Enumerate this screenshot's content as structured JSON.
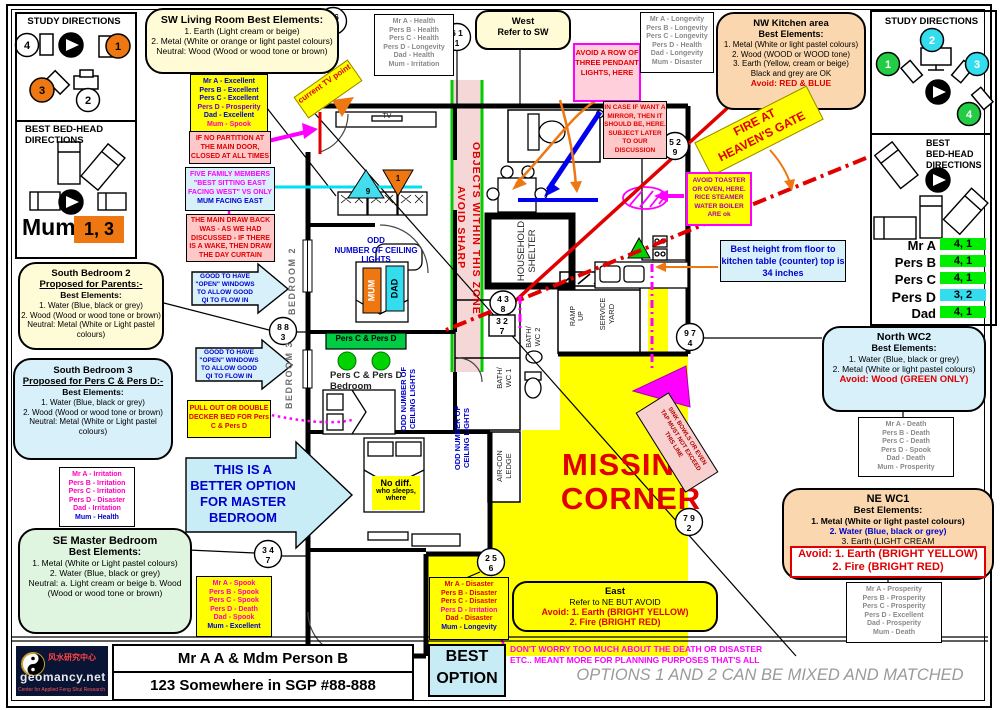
{
  "colors": {
    "yellow": "#FFFF00",
    "peach": "#FAD7AE",
    "cream": "#FFFBD6",
    "lightcyan": "#D7F0FA",
    "lightgreen": "#DFF5DF",
    "pink": "#FFC8C8",
    "magenta": "#FF00FF",
    "red": "#E00000",
    "blue": "#0000CC",
    "green": "#00D400",
    "cyan": "#33DDEE",
    "orange": "#EE7711",
    "grey": "#8A8A8A"
  },
  "left_panel": {
    "study_title": "STUDY DIRECTIONS",
    "n1": "4",
    "n2": "1",
    "n3": "3",
    "n4": "2",
    "bedhead_1": "BEST BED-HEAD",
    "bedhead_2": "DIRECTIONS",
    "mum_name": "Mum",
    "mum_vals": "1, 3"
  },
  "right_panel": {
    "study_title": "STUDY DIRECTIONS",
    "n1": "1",
    "n2": "2",
    "n3": "3",
    "n4": "4",
    "bedhead_1": "BEST",
    "bedhead_2": "BED-HEAD",
    "bedhead_3": "DIRECTIONS",
    "members": [
      {
        "name": "Mr A",
        "val": "4, 1"
      },
      {
        "name": "Pers B",
        "val": "4, 1"
      },
      {
        "name": "Pers C",
        "val": "4, 1"
      },
      {
        "name": "Pers D",
        "val": "3, 2"
      },
      {
        "name": "Dad",
        "val": "4, 1"
      }
    ]
  },
  "boxes": {
    "sw": {
      "title": "SW Living Room Best Elements:",
      "l1": "1. Earth (Light cream or beige)",
      "l2": "2. Metal (White or orange or light pastel colours)",
      "l3": "Neutral: Wood (Wood or wood tone or brown)"
    },
    "west": {
      "title": "West",
      "sub": "Refer to SW"
    },
    "nw": {
      "title": "NW Kitchen area",
      "sub": "Best Elements:",
      "l1": "1. Metal (White or light pastel colours)",
      "l2": "2. Wood (WOOD or WOOD tone)",
      "l3": "3. Earth (Yellow, cream or beige)",
      "l4": "Black and grey are OK",
      "avoid": "Avoid: RED & BLUE"
    },
    "north": {
      "title": "North WC2",
      "sub": "Best Elements:",
      "l1": "1. Water (Blue, black or grey)",
      "l2": "2. Metal (White or light pastel colours)",
      "avoid": "Avoid: Wood (GREEN ONLY)"
    },
    "ne": {
      "title": "NE  WC1",
      "sub": "Best Elements:",
      "l1": "1. Metal (White or light pastel colours)",
      "l2": "2. Water (Blue, black or grey)",
      "l3": "3. Earth (LIGHT CREAM",
      "avoid1": "Avoid: 1. Earth (BRIGHT YELLOW)",
      "avoid2": "2. Fire (BRIGHT RED)"
    },
    "east": {
      "title": "East",
      "sub": "Refer to NE BUT AVOID",
      "avoid1": "Avoid: 1. Earth (BRIGHT YELLOW)",
      "avoid2": "2. Fire (BRIGHT RED)"
    },
    "sbed2": {
      "title": "South Bedroom 2",
      "sub": "Proposed for Parents:-",
      "be": "Best Elements:",
      "l1": "1. Water (Blue, black or grey)",
      "l2": "2. Wood (Wood or wood tone or brown)",
      "l3": "Neutral: Metal (White or Light pastel colours)"
    },
    "sbed3": {
      "title": "South Bedroom 3",
      "sub": "Proposed for Pers C & Pers D:-",
      "be": "Best Elements:",
      "l1": "1. Water (Blue, black or grey)",
      "l2": "2. Wood (Wood or wood tone or brown)",
      "l3": "Neutral: Metal (White or Light pastel colours)"
    },
    "se": {
      "title": "SE Master Bedroom",
      "sub": "Best Elements:",
      "l1": "1. Metal (White or Light pastel colours)",
      "l2": "2. Water (Blue, black or grey)",
      "l3": "Neutral: a. Light cream or beige b. Wood (Wood or wood tone or brown)"
    }
  },
  "sb": {
    "sw": [
      "Mr A -  Excellent",
      "Pers B -  Excellent",
      "Pers C -  Excellent",
      "Pers D -  Prosperity",
      "Dad -  Excellent",
      "Mum -  Spook"
    ],
    "west": [
      "Mr A -  Health",
      "Pers B -  Health",
      "Pers C -  Health",
      "Pers D -  Longevity",
      "Dad -  Health",
      "Mum -  Irritation"
    ],
    "nw": [
      "Mr A -  Longevity",
      "Pers B -  Longevity",
      "Pers C -  Longevity",
      "Pers D -  Health",
      "Dad -  Longevity",
      "Mum -  Disaster"
    ],
    "north": [
      "Mr A -  Death",
      "Pers B -  Death",
      "Pers C -  Death",
      "Pers D -  Spook",
      "Dad -  Death",
      "Mum -  Prosperity"
    ],
    "ne": [
      "Mr A -  Prosperity",
      "Pers B -  Prosperity",
      "Pers C -  Prosperity",
      "Pers D -  Excellent",
      "Dad -  Prosperity",
      "Mum -  Death"
    ],
    "east": [
      "Mr A -  Disaster",
      "Pers B -  Disaster",
      "Pers C -  Disaster",
      "Pers D -  Irritation",
      "Dad -  Disaster",
      "Mum -  Longevity"
    ],
    "se": [
      "Mr A -  Spook",
      "Pers B -  Spook",
      "Pers C -  Spook",
      "Pers D -  Death",
      "Dad -  Spook",
      "Mum -  Excellent"
    ],
    "south": [
      "Mr A -  Irritation",
      "Pers B -  Irritation",
      "Pers C -  Irritation",
      "Pers D -  Disaster",
      "Dad -  Irritation",
      "Mum -  Health"
    ]
  },
  "notes": {
    "no_partition": "IF NO PARTITION AT THE MAIN DOOR, CLOSED AT ALL TIMES",
    "ff1": "FIVE FAMILY MEMBERS",
    "ff2": "\"BEST SITTING EAST",
    "ff3": "FACING WEST\" VS ONLY",
    "ff4": "MUM FACING EAST",
    "drawback": "THE MAIN DRAW BACK WAS - AS WE HAD DISCUSSED - IF THERE IS A WAKE, THEN DRAW THE DAY CURTAIN",
    "good_windows": "GOOD TO HAVE \"OPEN\" WINDOWS TO ALLOW GOOD QI TO FLOW IN",
    "pull_out": "PULL OUT OR DOUBLE DECKER BED FOR Pers C & Pers D",
    "better_option": "THIS IS A BETTER OPTION FOR MASTER BEDROOM",
    "avoid_pendant": "AVOID A ROW OF THREE PENDANT LIGHTS, HERE",
    "mirror": "IN CASE IF WANT A MIRROR, THEN IT SHOULD BE, HERE. SUBJECT LATER TO OUR DISCUSSION",
    "toaster": "AVOID TOASTER OR OVEN, HERE. RICE STEAMER WATER BOILER ARE ok",
    "counter": "Best height from floor to kitchen table (counter) top is 34 inches",
    "fire1": "FIRE AT",
    "fire2": "HEAVEN'S GATE",
    "current_tv": "current TV point",
    "sink1": "SINK BOWLS OR EVEN",
    "sink2": "TAP MUST NOT EXCEED",
    "sink3": "THIS LINE",
    "nodiff1": "No diff.",
    "nodiff2": "who sleeps,",
    "nodiff3": "where",
    "missing1": "MISSING",
    "missing2": "CORNER",
    "sharp1": "AVOID SHARP",
    "sharp2": "OBJECTS WITHIN THIS ZONE",
    "worry1": "DON'T WORRY TOO MUCH ABOUT THE DEATH OR DISASTER",
    "worry2": "ETC.. MEANT MORE FOR PLANNING PURPOSES THAT'S ALL",
    "options": "OPTIONS 1 AND 2 CAN BE MIXED AND MATCHED",
    "best1": "BEST",
    "best2": "OPTION"
  },
  "plan": {
    "bedroom2": "BEDROOM 2",
    "bedroom3": "BEDROOM 3",
    "household1": "HOUSEHOLD",
    "household2": "SHELTER",
    "bath2a": "BATH/",
    "bath2b": "WC 2",
    "bath1a": "BATH/",
    "bath1b": "WC 1",
    "ramp1": "RAMP",
    "ramp2": "UP",
    "service1": "SERVICE",
    "service2": "YARD",
    "aircon1": "AIR-CON",
    "aircon2": "LEDGE",
    "tv": "TV",
    "mum": "MUM",
    "dad": "DAD",
    "perscd": "Pers C & Pers D",
    "perscd_bed1": "Pers C & Pers D",
    "perscd_bed2": "Bedroom",
    "odd1": "ODD",
    "odd2": "NUMBER OF CEILING",
    "odd3": "LIGHTS",
    "oddv1a": "ODD NUMBER OF",
    "oddv1b": "CEILING LIGHTS",
    "oddv2a": "ODD NUMBER OF",
    "oddv2b": "CEILING LIGHTS"
  },
  "stars": {
    "c165": {
      "t": "1 6",
      "b": "5"
    },
    "c611": {
      "t": "6 1",
      "b": "1"
    },
    "c529": {
      "t": "5 2",
      "b": "9"
    },
    "c883": {
      "t": "8 8",
      "b": "3"
    },
    "c974": {
      "t": "9 7",
      "b": "4"
    },
    "c347": {
      "t": "3 4",
      "b": "7"
    },
    "c256": {
      "t": "2 5",
      "b": "6"
    },
    "c792": {
      "t": "7 9",
      "b": "2"
    },
    "e438": {
      "t": "4 3",
      "b": "8"
    },
    "s327": {
      "t": "3 2",
      "b": "7"
    },
    "tri_cyan": "9",
    "tri_orange": "1"
  },
  "footer": {
    "name": "Mr A A & Mdm Person B",
    "address": "123 Somewhere in SGP #88-888",
    "logo_site": "geomancy.net",
    "logo_cn": "风水研究中心",
    "logo_tag": "Center for Applied Feng Shui Research"
  }
}
